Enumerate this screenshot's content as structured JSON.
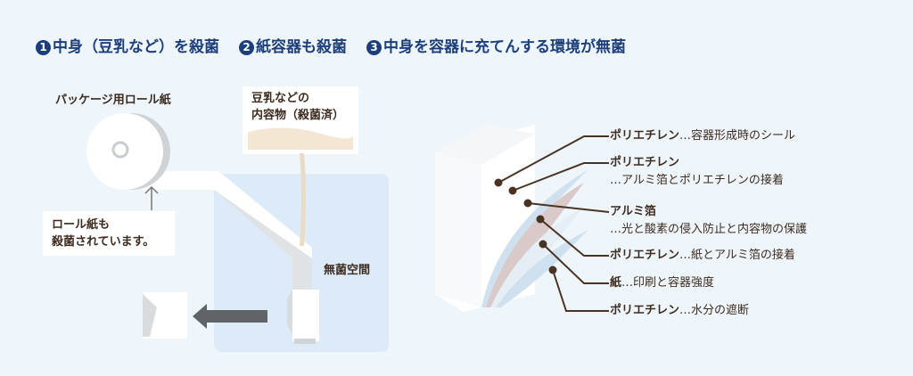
{
  "title": {
    "steps": [
      {
        "num": "1",
        "text": "中身（豆乳など）を殺菌"
      },
      {
        "num": "2",
        "text": "紙容器も殺菌"
      },
      {
        "num": "3",
        "text": "中身を容器に充てんする環境が無菌"
      }
    ]
  },
  "left": {
    "roll_label": "パッケージ用ロール紙",
    "roll_note": [
      "ロール紙も",
      "殺菌されています。"
    ],
    "contents": [
      "豆乳などの",
      "内容物（殺菌済）"
    ],
    "sterile_space": "無菌空間"
  },
  "layers": [
    {
      "name": "ポリエチレン",
      "desc": "…容器形成時のシール"
    },
    {
      "name": "ポリエチレン",
      "desc": "…アルミ箔とポリエチレンの接着"
    },
    {
      "name": "アルミ箔",
      "desc": "…光と酸素の侵入防止と内容物の保護"
    },
    {
      "name": "ポリエチレン",
      "desc": "…紙とアルミ箔の接着"
    },
    {
      "name": "紙",
      "desc": "…印刷と容器強度"
    },
    {
      "name": "ポリエチレン",
      "desc": "…水分の遮断"
    }
  ],
  "colors": {
    "title": "#1c3f7c",
    "text": "#3d2b1f",
    "sterile": "#dcebf7"
  }
}
